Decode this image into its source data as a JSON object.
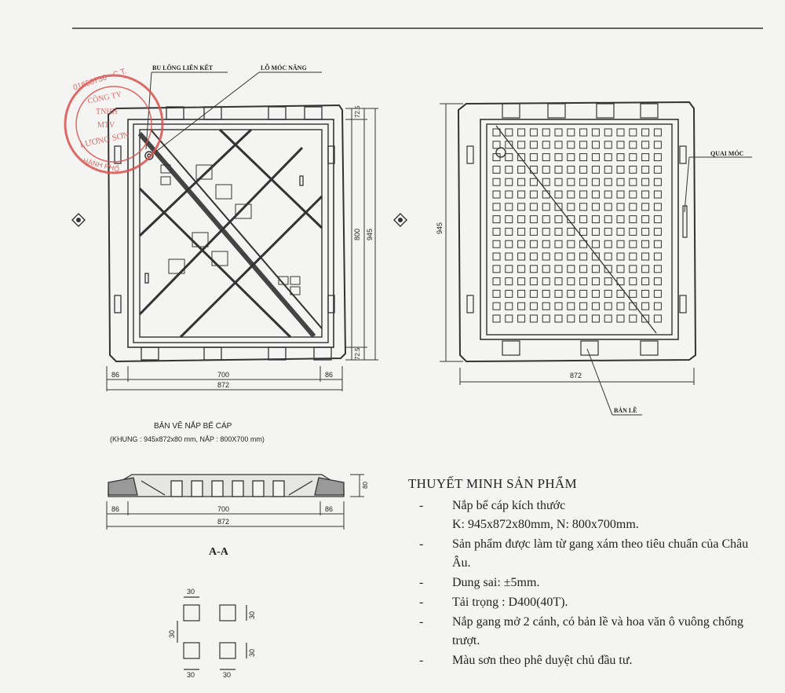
{
  "stamp": {
    "phone": "01656736 - C.T.",
    "line1": "CÔNG TY",
    "line2": "TNHH",
    "line3": "MTV",
    "line4": "LƯƠNG SƠN",
    "line5": "HÀNH PHỐ",
    "color": "#d9534f"
  },
  "left_view": {
    "callout_bolt": "BU LÔNG LIÊN KẾT",
    "callout_lift": "LỖ MÓC NÂNG",
    "dim_top_margin": "72.5",
    "dim_bottom_margin": "72.5",
    "dim_inner": "800",
    "dim_outer": "945",
    "dim_left": "86",
    "dim_mid": "700",
    "dim_right": "86",
    "dim_total": "872"
  },
  "right_view": {
    "callout_handle": "QUAI MÓC",
    "callout_hinge": "BẢN LỀ",
    "dim_height": "945",
    "dim_width": "872"
  },
  "drawing_title": {
    "main": "BẢN VẼ NẮP BỂ CÁP",
    "sub": "(KHUNG : 945x872x80 mm, NẮP : 800X700 mm)"
  },
  "section": {
    "dim_thickness": "80",
    "dim_left": "86",
    "dim_mid": "700",
    "dim_right": "86",
    "dim_total": "872",
    "label": "A-A"
  },
  "detail": {
    "dim_top": "30",
    "dim_left": "30",
    "dim_right_top": "30",
    "dim_right_bottom": "30",
    "dim_bottom_left": "30",
    "dim_bottom_right": "30"
  },
  "notes": {
    "title": "THUYẾT MINH SẢN PHẨM",
    "items": [
      "Nắp bể cáp kích thước\nK: 945x872x80mm, N: 800x700mm.",
      "Sản phẩm được làm từ gang xám theo tiêu chuẩn của Châu Âu.",
      "Dung sai: ±5mm.",
      "Tải trọng : D400(40T).",
      "Nắp gang mở 2 cánh, có bản lề và hoa văn ô vuông chống trượt.",
      "Màu sơn theo phê duyệt chủ đầu tư."
    ]
  }
}
